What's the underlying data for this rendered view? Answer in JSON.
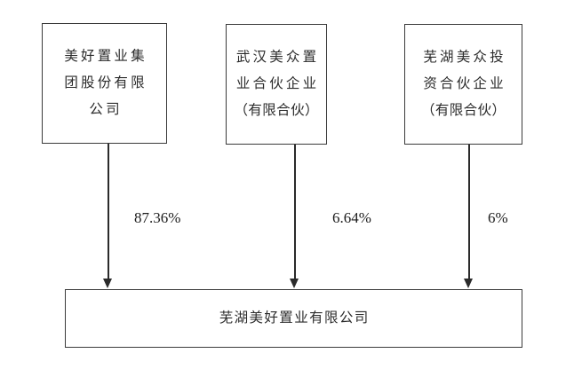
{
  "diagram": {
    "type": "ownership-structure",
    "nodes": [
      {
        "id": "parent",
        "lines": [
          "美好置业集",
          "团股份有限",
          "公司"
        ],
        "full_name": "美好置业集团股份有限公司"
      },
      {
        "id": "partner1",
        "lines": [
          "武汉美众置",
          "业合伙企业",
          "（有限合伙）"
        ],
        "full_name": "武汉美众置业合伙企业（有限合伙）"
      },
      {
        "id": "partner2",
        "lines": [
          "芜湖美众投",
          "资合伙企业",
          "（有限合伙）"
        ],
        "full_name": "芜湖美众投资合伙企业（有限合伙）"
      },
      {
        "id": "target",
        "lines": [
          "芜湖美好置业有限公司"
        ],
        "full_name": "芜湖美好置业有限公司"
      }
    ],
    "edges": [
      {
        "from": "parent",
        "to": "target",
        "label": "87.36%"
      },
      {
        "from": "partner1",
        "to": "target",
        "label": "6.64%"
      },
      {
        "from": "partner2",
        "to": "target",
        "label": "6%"
      }
    ],
    "colors": {
      "background": "#ffffff",
      "box_border": "#3a3a3a",
      "text": "#2b2b2b",
      "connector": "#2b2b2b"
    }
  }
}
